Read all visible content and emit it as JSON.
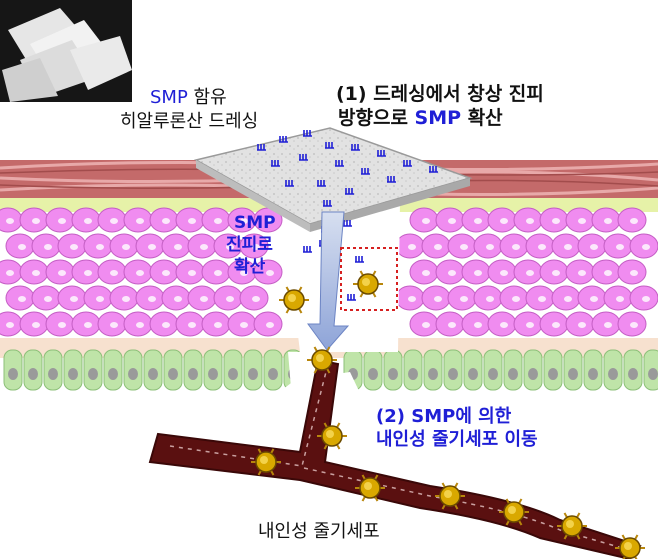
{
  "labels": {
    "dressing_line1_abbr": "SMP",
    "dressing_line1_rest": " 함유",
    "dressing_line2": "히알루론산 드레싱",
    "step1_line1": "(1) 드레싱에서 창상 진피",
    "step1_line2_pre": "방향으로 ",
    "step1_line2_abbr": "SMP",
    "step1_line2_post": " 확산",
    "diffusion_line1": "SMP",
    "diffusion_line2": "진피로",
    "diffusion_line3": "확산",
    "step2_line1_pre": "(2) ",
    "step2_line1_abbr": "SMP",
    "step2_line1_post": "에 의한",
    "step2_line2": "내인성 줄기세포 이동",
    "bottom_label": "내인성 줄기세포"
  },
  "colors": {
    "accent_blue": "#1f1fd6",
    "dermis_red": "#c46a6a",
    "cell_pink": "#f08cf0",
    "cell_green": "#bfe4a8",
    "vessel_dark": "#5a1010",
    "stem_cell_gold": "#d9a800",
    "highlight_box": "#d62020"
  },
  "icons": {
    "photo": "dressing-photo-icon",
    "arrow": "diffusion-arrow-icon",
    "molecule": "smp-molecule-icon",
    "stem_cell": "stem-cell-icon"
  }
}
